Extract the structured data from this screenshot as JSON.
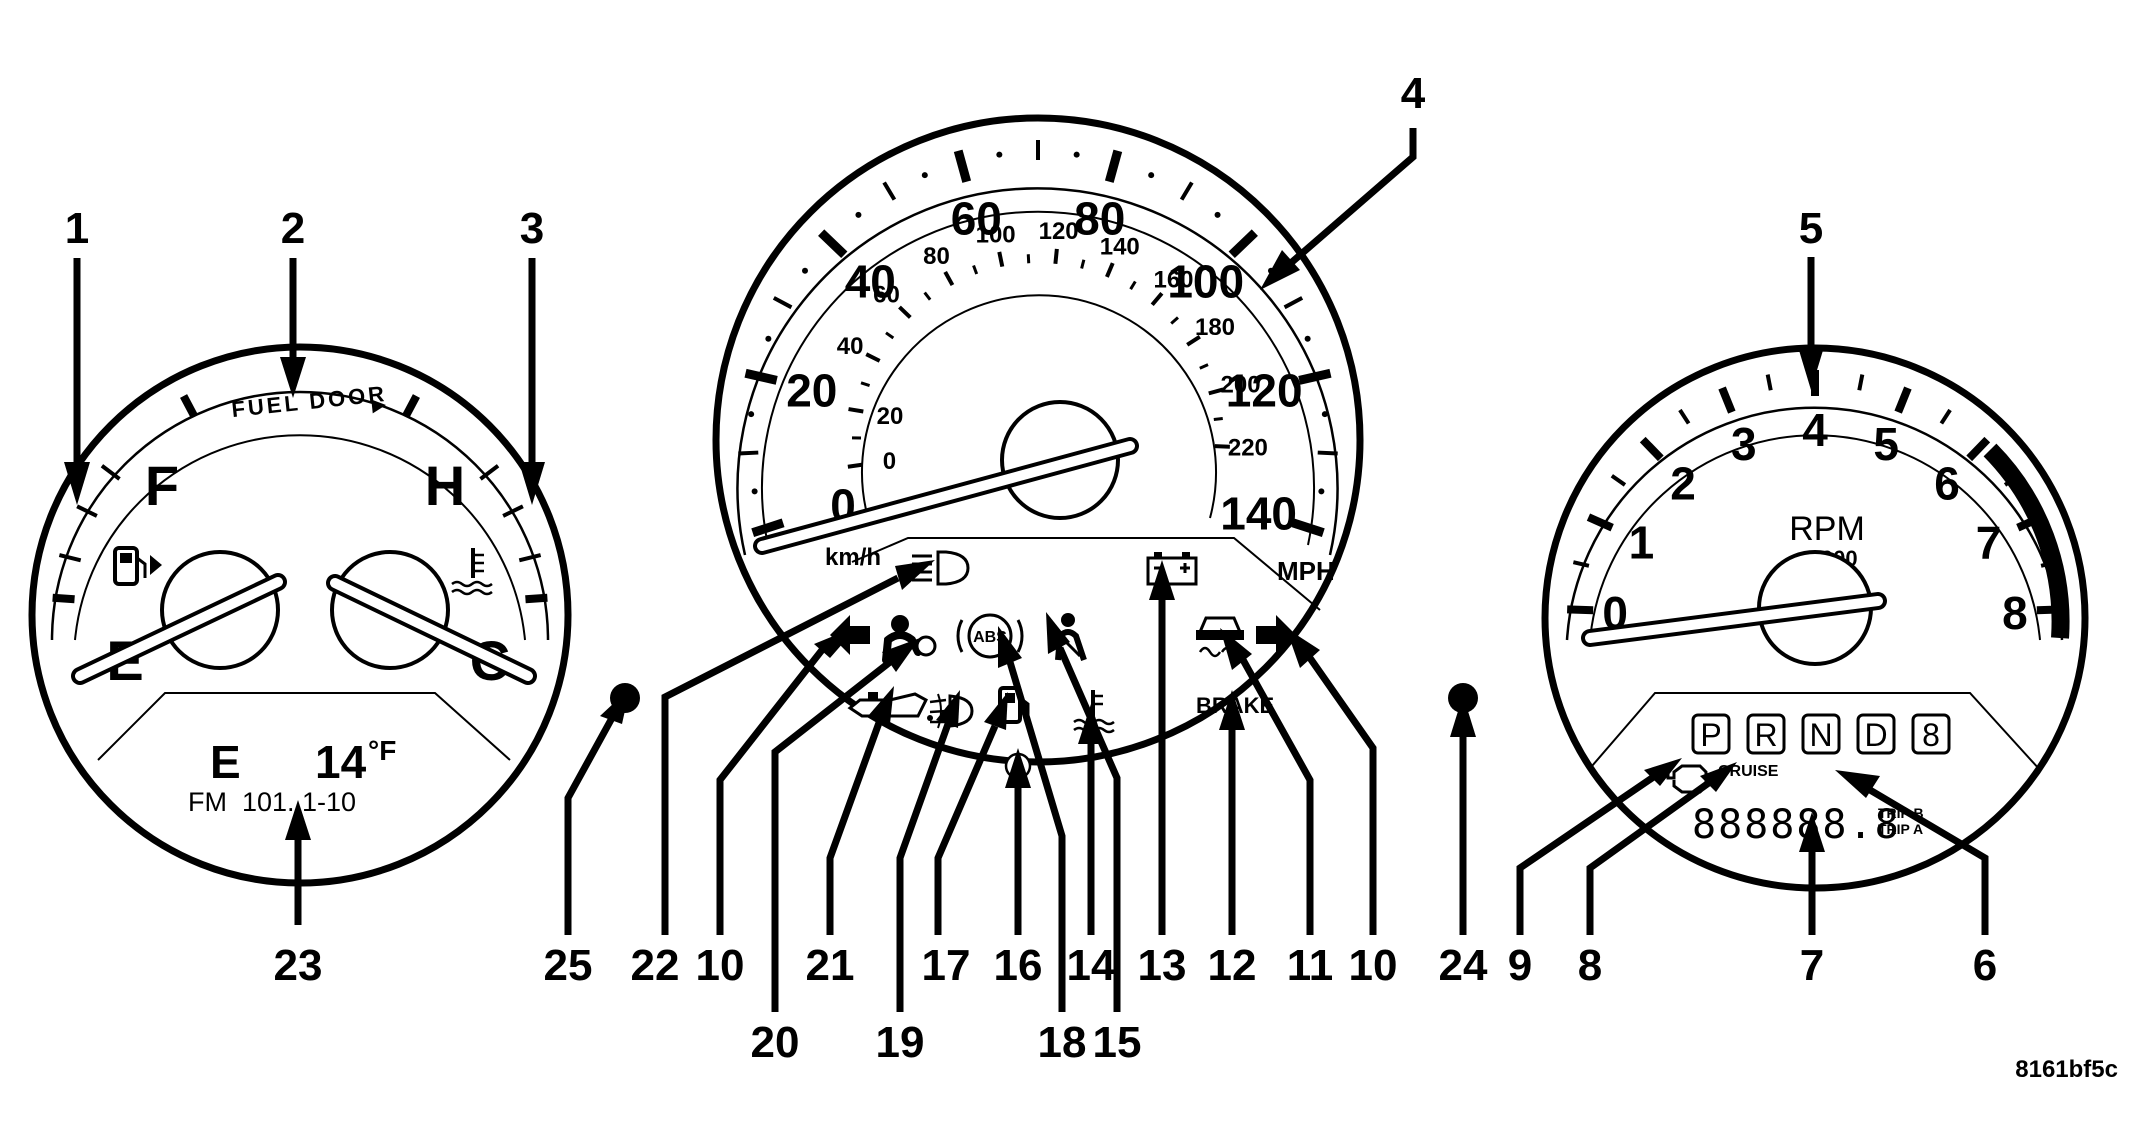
{
  "fuel_gauge": {
    "fuel_door_label": "FUEL DOOR",
    "full_label": "F",
    "empty_label": "E",
    "hot_label": "H",
    "cold_label": "C"
  },
  "info_display": {
    "compass": "E",
    "temperature": "14",
    "temp_unit": "°F",
    "radio": "FM  101. 1-10"
  },
  "speedometer": {
    "mph_ticks": [
      "0",
      "20",
      "40",
      "60",
      "80",
      "100",
      "120",
      "140"
    ],
    "kmh_ticks": [
      "0",
      "20",
      "40",
      "60",
      "80",
      "100",
      "120",
      "140",
      "160",
      "180",
      "200",
      "220"
    ],
    "mph_unit": "MPH",
    "kmh_unit": "km/h",
    "brake_label": "BRAKE"
  },
  "tachometer": {
    "ticks": [
      "0",
      "1",
      "2",
      "3",
      "4",
      "5",
      "6",
      "7",
      "8"
    ],
    "unit": "RPM",
    "multiplier": "x1000",
    "gears": [
      "P",
      "R",
      "N",
      "D",
      "8"
    ],
    "cruise_label": "CRUISE",
    "odometer": "888888.8",
    "trip_b": "TRIP B",
    "trip_a": "TRIP A"
  },
  "callouts": [
    "1",
    "2",
    "3",
    "4",
    "5",
    "6",
    "7",
    "8",
    "9",
    "10",
    "10",
    "11",
    "12",
    "13",
    "14",
    "15",
    "16",
    "17",
    "18",
    "19",
    "20",
    "21",
    "22",
    "23",
    "24",
    "25"
  ],
  "figure_code": "8161bf5c",
  "icons": [
    "fuel-pump-icon",
    "coolant-temp-icon",
    "headlight-high-beam-icon",
    "turn-left-icon",
    "turn-right-icon",
    "airbag-icon",
    "abs-icon",
    "seatbelt-icon",
    "battery-icon",
    "traction-control-icon",
    "oil-pressure-icon",
    "front-fog-icon",
    "low-fuel-icon",
    "check-engine-icon",
    "indicator-lamp-icon"
  ]
}
